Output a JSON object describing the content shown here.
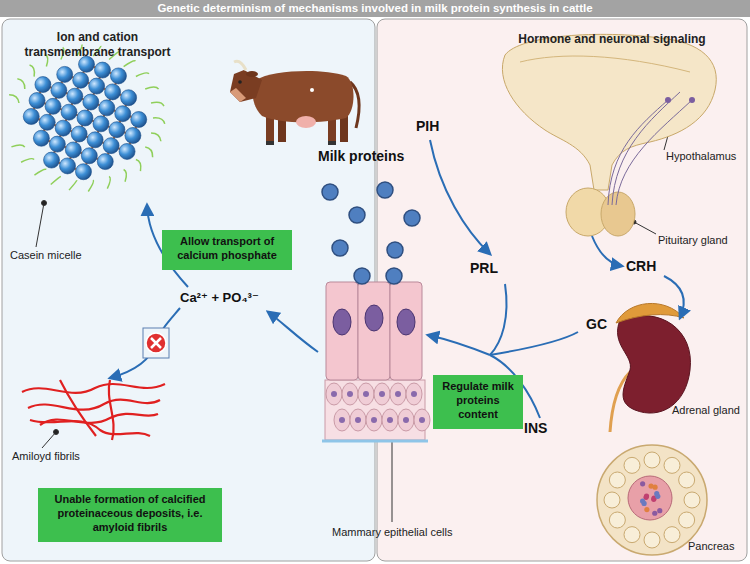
{
  "diagram": {
    "title": "Genetic determinism of mechanisms involved in milk protein synthesis in cattle",
    "nodes": [
      {
        "text": [
          "Ion and cation transmembrane transport"
        ]
      },
      {
        "text": [
          "Allow transport of calcium phosphate"
        ],
        "in": 0
      },
      {
        "text": [
          "Unable formation of calcified proteinaceous deposits, i.e. amyloid fibrils"
        ],
        "in": 0
      },
      {
        "text": [
          "Hormone and neuronal signaling"
        ]
      },
      {
        "text": [
          "Regulate milk proteins content"
        ],
        "in": 3
      }
    ],
    "labels": [
      "Casein micelle",
      "Ca²⁺ + PO₄³⁻",
      "Amiloyd fibrils",
      "Milk proteins",
      "Mammary epithelial cells",
      "PIH",
      "Hypothalamus",
      "PRL",
      "Pituitary gland",
      "CRH",
      "GC",
      "Adrenal gland",
      "INS",
      "Pancreas"
    ]
  }
}
